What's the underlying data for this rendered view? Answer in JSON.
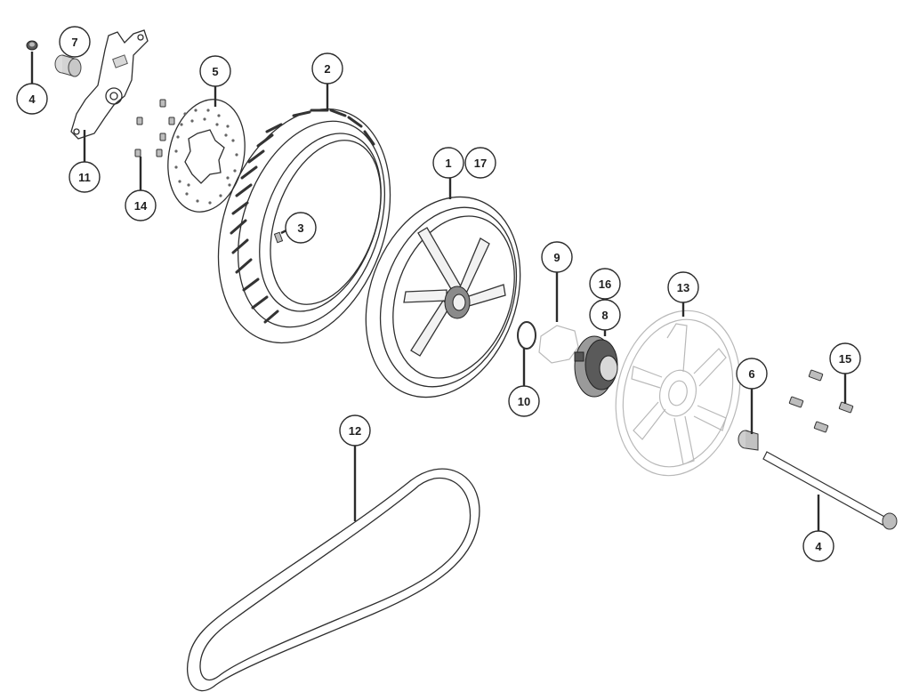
{
  "diagram": {
    "callouts": [
      {
        "id": "c4a",
        "label": "4"
      },
      {
        "id": "c7",
        "label": "7"
      },
      {
        "id": "c5",
        "label": "5"
      },
      {
        "id": "c2",
        "label": "2"
      },
      {
        "id": "c11",
        "label": "11"
      },
      {
        "id": "c14",
        "label": "14"
      },
      {
        "id": "c3",
        "label": "3"
      },
      {
        "id": "c1",
        "label": "1"
      },
      {
        "id": "c17",
        "label": "17"
      },
      {
        "id": "c9",
        "label": "9"
      },
      {
        "id": "c16",
        "label": "16"
      },
      {
        "id": "c8",
        "label": "8"
      },
      {
        "id": "c13",
        "label": "13"
      },
      {
        "id": "c10",
        "label": "10"
      },
      {
        "id": "c15",
        "label": "15"
      },
      {
        "id": "c6",
        "label": "6"
      },
      {
        "id": "c12",
        "label": "12"
      },
      {
        "id": "c4b",
        "label": "4"
      }
    ],
    "colors": {
      "line": "#2e2e2e",
      "light_part": "#b9b9b9",
      "background": "#ffffff"
    }
  }
}
